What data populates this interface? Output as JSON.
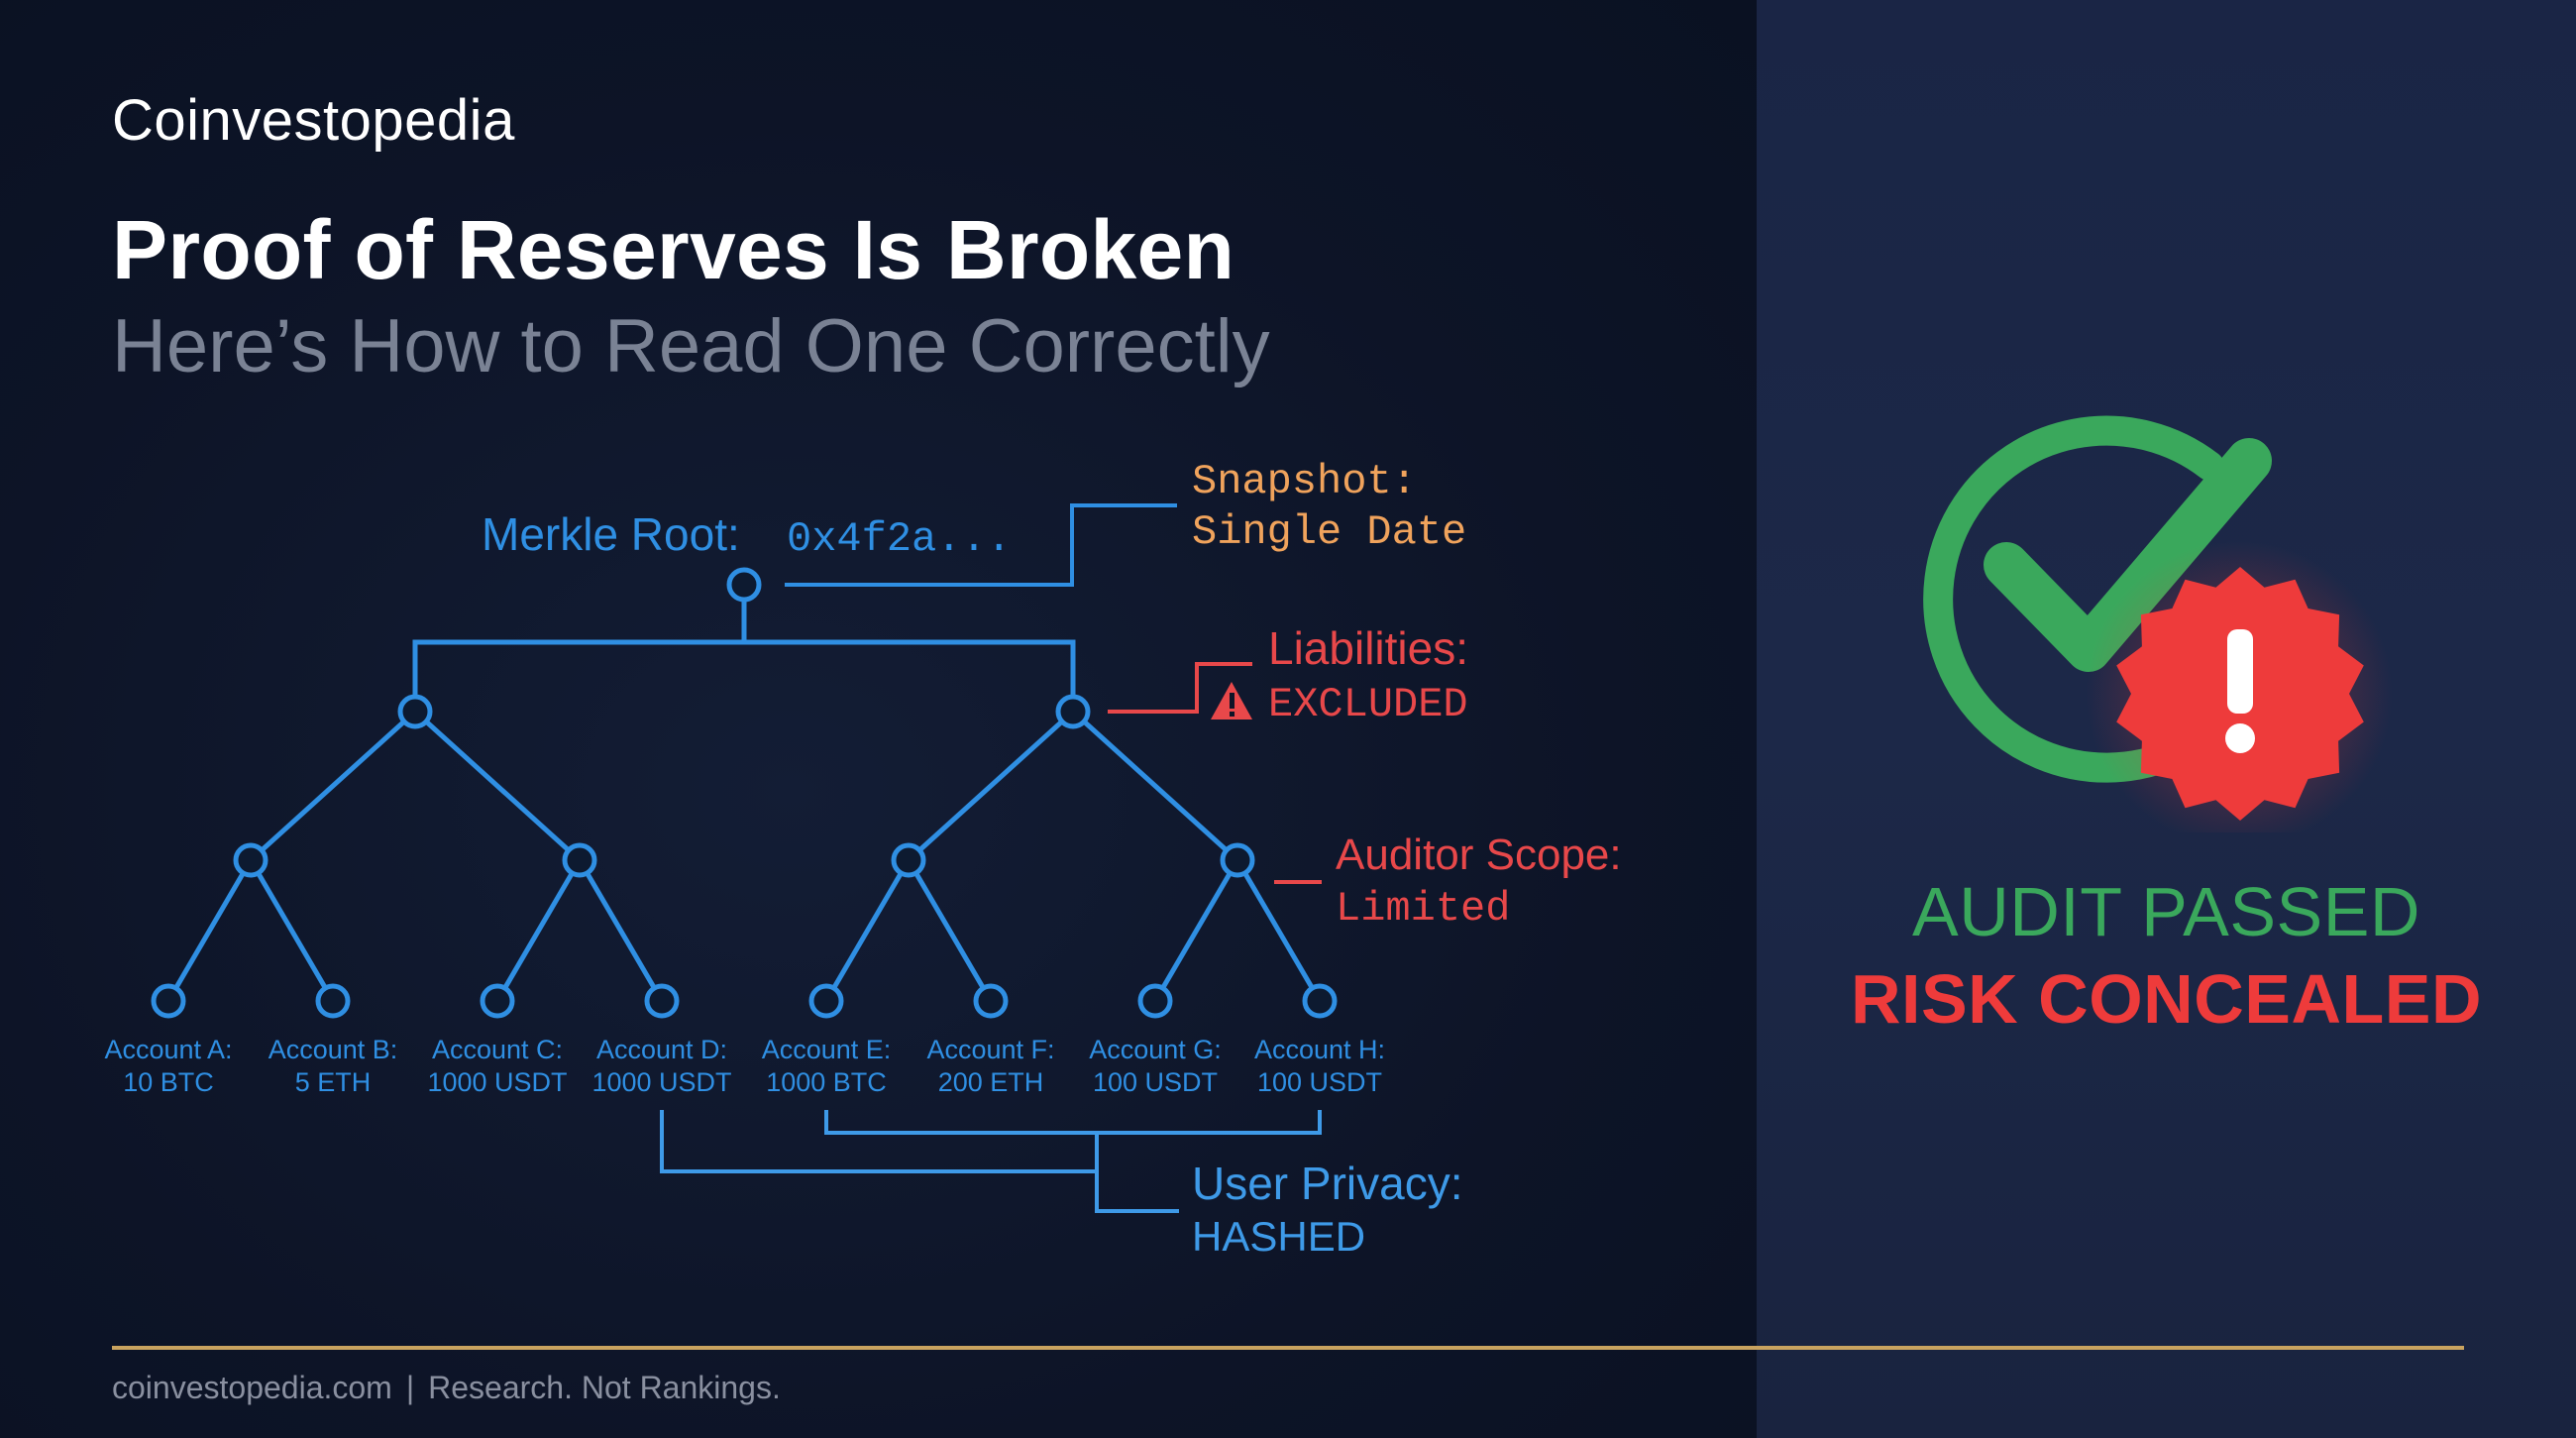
{
  "brand": {
    "name": "Coinvestopedia"
  },
  "header": {
    "title": "Proof of Reserves Is Broken",
    "subtitle": "Here’s How to Read One Correctly"
  },
  "diagram": {
    "root": {
      "label": "Merkle Root:",
      "hash": "0x4f2a..."
    },
    "accounts": [
      {
        "name": "Account A:",
        "amount": "10 BTC"
      },
      {
        "name": "Account B:",
        "amount": "5 ETH"
      },
      {
        "name": "Account C:",
        "amount": "1000 USDT"
      },
      {
        "name": "Account D:",
        "amount": "1000 USDT"
      },
      {
        "name": "Account E:",
        "amount": "1000 BTC"
      },
      {
        "name": "Account F:",
        "amount": "200 ETH"
      },
      {
        "name": "Account G:",
        "amount": "100 USDT"
      },
      {
        "name": "Account H:",
        "amount": "100 USDT"
      }
    ],
    "callouts": {
      "snapshot": {
        "title": "Snapshot:",
        "value": "Single Date"
      },
      "liabilities": {
        "title": "Liabilities:",
        "value": "EXCLUDED",
        "icon": "warning-icon"
      },
      "auditor": {
        "title": "Auditor Scope:",
        "value": "Limited"
      },
      "privacy": {
        "title": "User Privacy:",
        "value": "HASHED"
      }
    },
    "colors": {
      "tree": "#2f8fe3",
      "snapshot": "#f0a35c",
      "risk": "#e8484a",
      "privacy": "#3e9ae8"
    }
  },
  "verdict": {
    "icon": "checkmark-with-alert-badge-icon",
    "passed": "AUDIT PASSED",
    "concealed": "RISK CONCEALED",
    "passed_color": "#3aa85c",
    "concealed_color": "#ee3b3b"
  },
  "footer": {
    "site": "coinvestopedia.com",
    "separator": "|",
    "tagline": "Research. Not Rankings."
  }
}
